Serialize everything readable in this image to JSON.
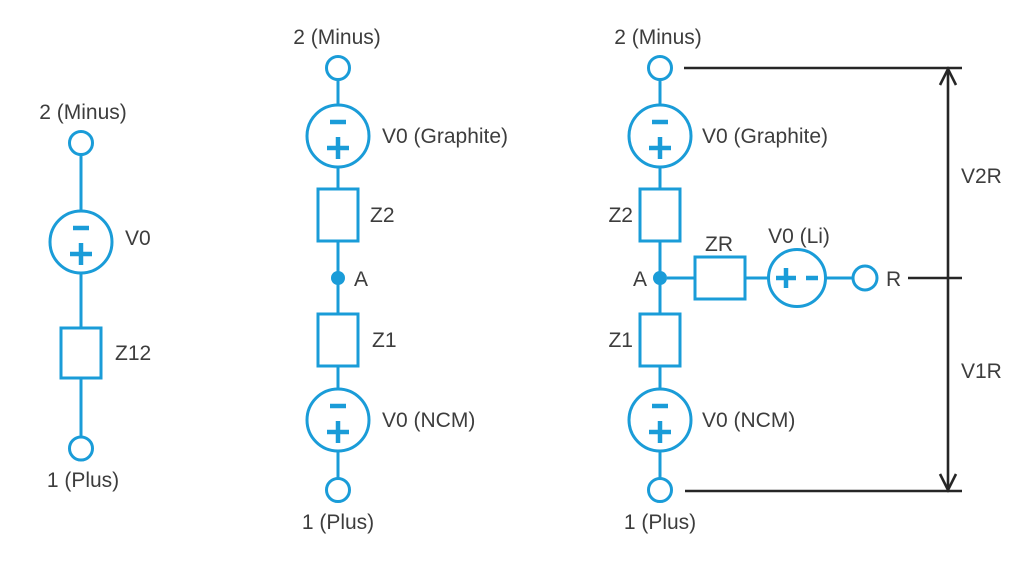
{
  "colors": {
    "wire": "#1A9CD8",
    "measure": "#262626",
    "text": "#3D3D3D",
    "background": "#FFFFFF"
  },
  "circuits": {
    "full_cell": {
      "terminal_top": "2 (Minus)",
      "source": "V0",
      "impedance": "Z12",
      "terminal_bottom": "1 (Plus)"
    },
    "two_electrode": {
      "terminal_top": "2 (Minus)",
      "source_top": "V0 (Graphite)",
      "impedance_top": "Z2",
      "node": "A",
      "impedance_bottom": "Z1",
      "source_bottom": "V0 (NCM)",
      "terminal_bottom": "1 (Plus)"
    },
    "three_electrode": {
      "terminal_top": "2 (Minus)",
      "source_top": "V0 (Graphite)",
      "impedance_top": "Z2",
      "node": "A",
      "impedance_bottom": "Z1",
      "source_bottom": "V0 (NCM)",
      "terminal_bottom": "1 (Plus)",
      "reference_impedance": "ZR",
      "reference_source": "V0 (Li)",
      "reference_terminal": "R",
      "measure_upper": "V2R",
      "measure_lower": "V1R"
    }
  }
}
